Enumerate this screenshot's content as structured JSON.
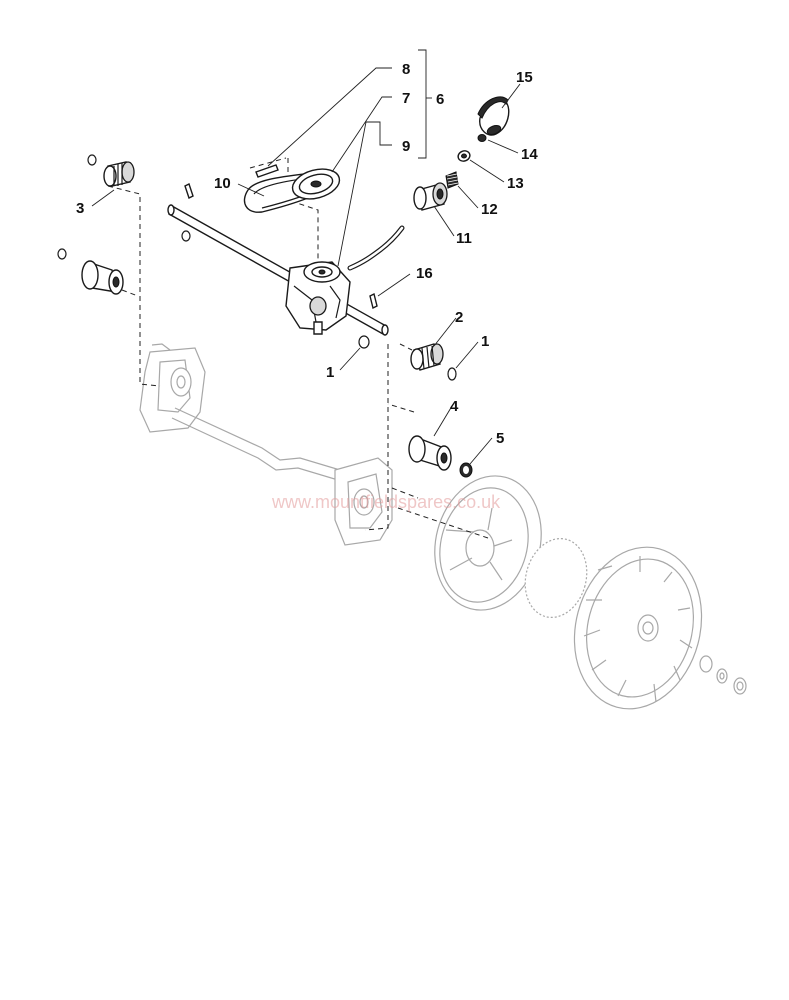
{
  "callouts": {
    "c1a": "1",
    "c1b": "1",
    "c2": "2",
    "c3": "3",
    "c4": "4",
    "c5": "5",
    "c6": "6",
    "c7": "7",
    "c8": "8",
    "c9": "9",
    "c10": "10",
    "c11": "11",
    "c12": "12",
    "c13": "13",
    "c14": "14",
    "c15": "15",
    "c16": "16"
  },
  "watermark": "www.mountfieldspares.co.uk",
  "colors": {
    "line": "#1a1a1a",
    "ghost": "#a8a8a8",
    "watermark": "#e39a9a"
  }
}
